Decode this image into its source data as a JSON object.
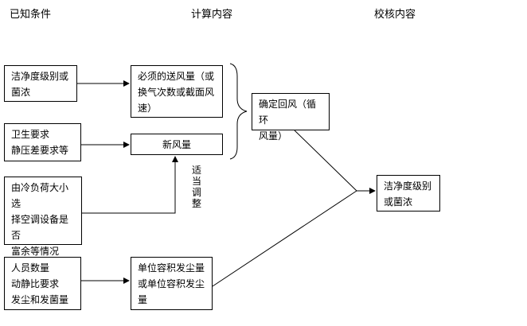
{
  "headers": {
    "known": "已知条件",
    "calc": "计算内容",
    "check": "校核内容"
  },
  "boxes": {
    "cleanliness_level": "洁净度级别或\n菌浓",
    "hygiene_pressure": "卫生要求\n静压差要求等",
    "cooling_load": "由冷负荷大小选\n择空调设备是否\n富余等情况",
    "personnel": "人员数量\n动静比要求\n发尘和发菌量",
    "supply_air": "必须的送风量（或\n换气次数或截面风\n速）",
    "fresh_air": "新风量",
    "dust_generation": "单位容积发尘量\n或单位容积发尘\n量",
    "return_air": "确定回风（循环\n风量）",
    "result_cleanliness": "洁净度级别\n或菌浓"
  },
  "labels": {
    "adjust": "适当调整"
  }
}
